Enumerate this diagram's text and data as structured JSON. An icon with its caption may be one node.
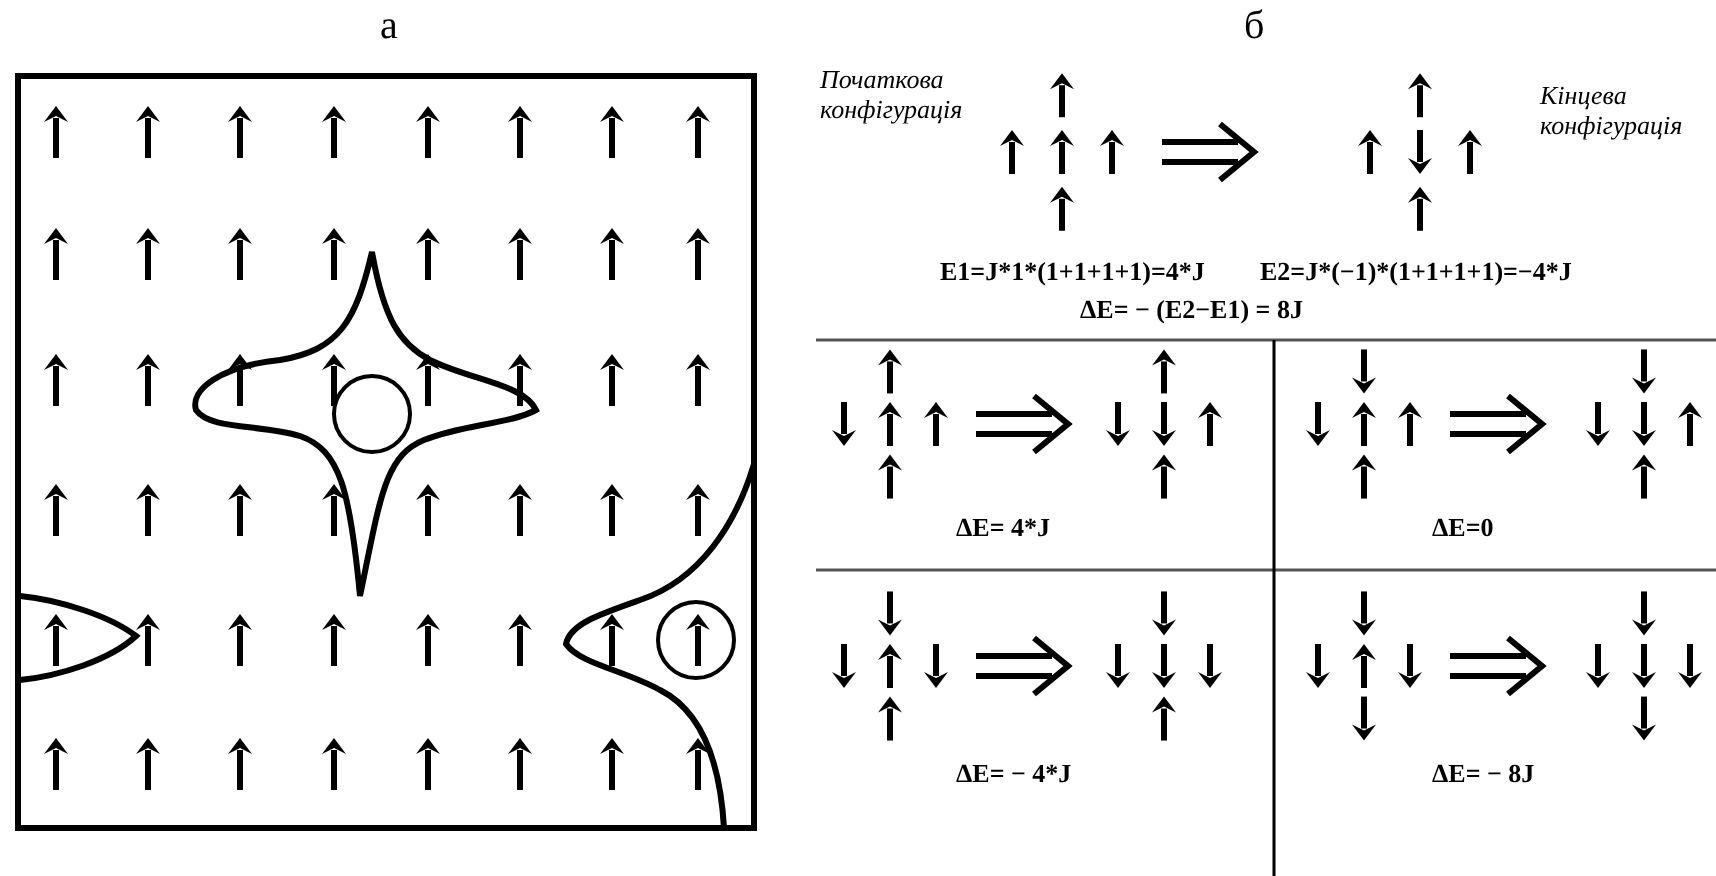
{
  "diagram": {
    "labels": [
      "а",
      "б",
      "Початкова конфігурація",
      "Кінцева конфігурація",
      "E1=J*1*(1+1+1+1)=4*J",
      "E2=J*(−1)*(1+1+1+1)=−4*J",
      "ΔE= − (E2−E1) = 8J",
      "ΔE= 4*J",
      "ΔE=0",
      "ΔE= − 4*J",
      "ΔE= − 8J"
    ]
  }
}
